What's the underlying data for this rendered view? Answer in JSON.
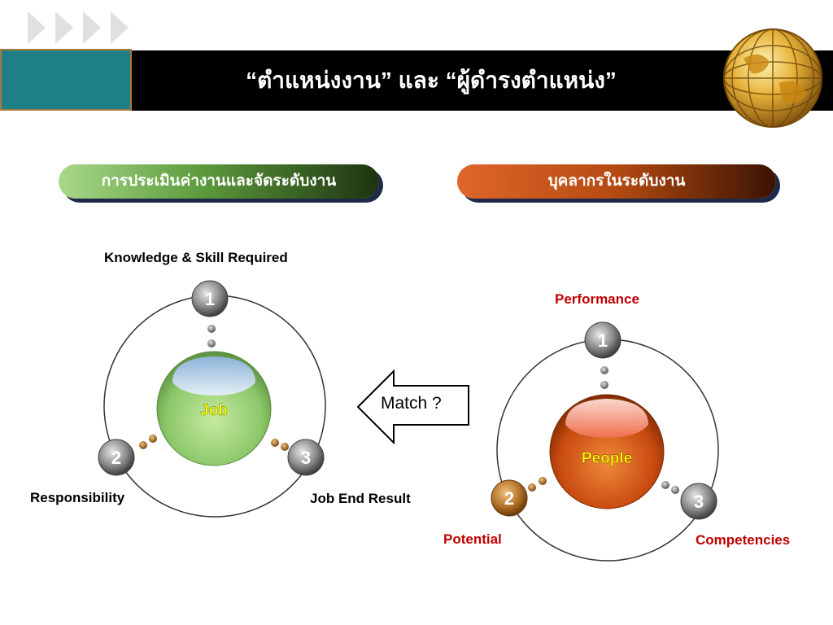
{
  "slide": {
    "title": "“ตำแหน่งงาน” และ “ผู้ดำรงตำแหน่ง”"
  },
  "tabs": {
    "left_label": "การประเมินค่างานและจัดระดับงาน",
    "right_label": "บุคลากรในระดับงาน"
  },
  "job_diagram": {
    "center_label": "Job",
    "node1_number": "1",
    "node2_number": "2",
    "node3_number": "3",
    "node1_label": "Knowledge & Skill Required",
    "node2_label": "Responsibility",
    "node3_label": "Job End Result"
  },
  "match": {
    "label": "Match ?"
  },
  "people_diagram": {
    "center_label": "People",
    "node1_number": "1",
    "node2_number": "2",
    "node3_number": "3",
    "node1_label": "Performance",
    "node2_label": "Potential",
    "node3_label": "Competencies"
  },
  "colors": {
    "title_bar": "#000000",
    "accent_teal": "#1f7f86",
    "job_green": "#8cc86a",
    "people_orange": "#c84a10",
    "label_red": "#c00000"
  },
  "icons": [
    "chevron-arrows-icon",
    "globe-icon",
    "left-arrow-icon"
  ]
}
